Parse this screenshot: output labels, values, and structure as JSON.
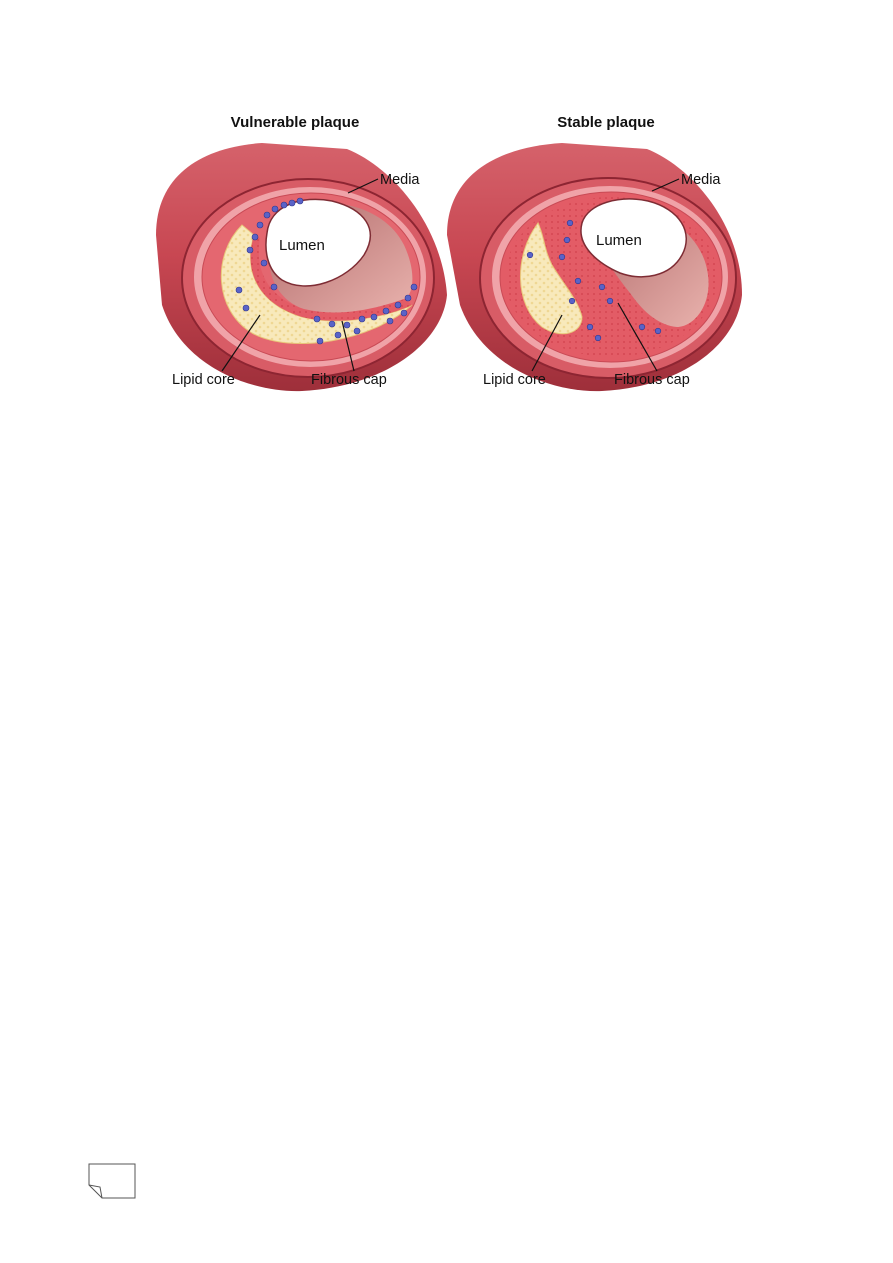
{
  "figure": {
    "panels": [
      {
        "title": "Vulnerable plaque",
        "labels": {
          "media": "Media",
          "lumen": "Lumen",
          "lipid_core": "Lipid core",
          "fibrous_cap": "Fibrous cap"
        }
      },
      {
        "title": "Stable plaque",
        "labels": {
          "media": "Media",
          "lumen": "Lumen",
          "lipid_core": "Lipid core",
          "fibrous_cap": "Fibrous cap"
        }
      }
    ],
    "colors": {
      "vessel_outer": "#c94a55",
      "vessel_outer_light": "#e07a80",
      "media": "#f0a3a8",
      "intima": "#e46770",
      "lipid": "#f7e7b6",
      "fibrous_cap": "#e05660",
      "cell": "#5a63c8",
      "lumen": "#ffffff"
    }
  }
}
